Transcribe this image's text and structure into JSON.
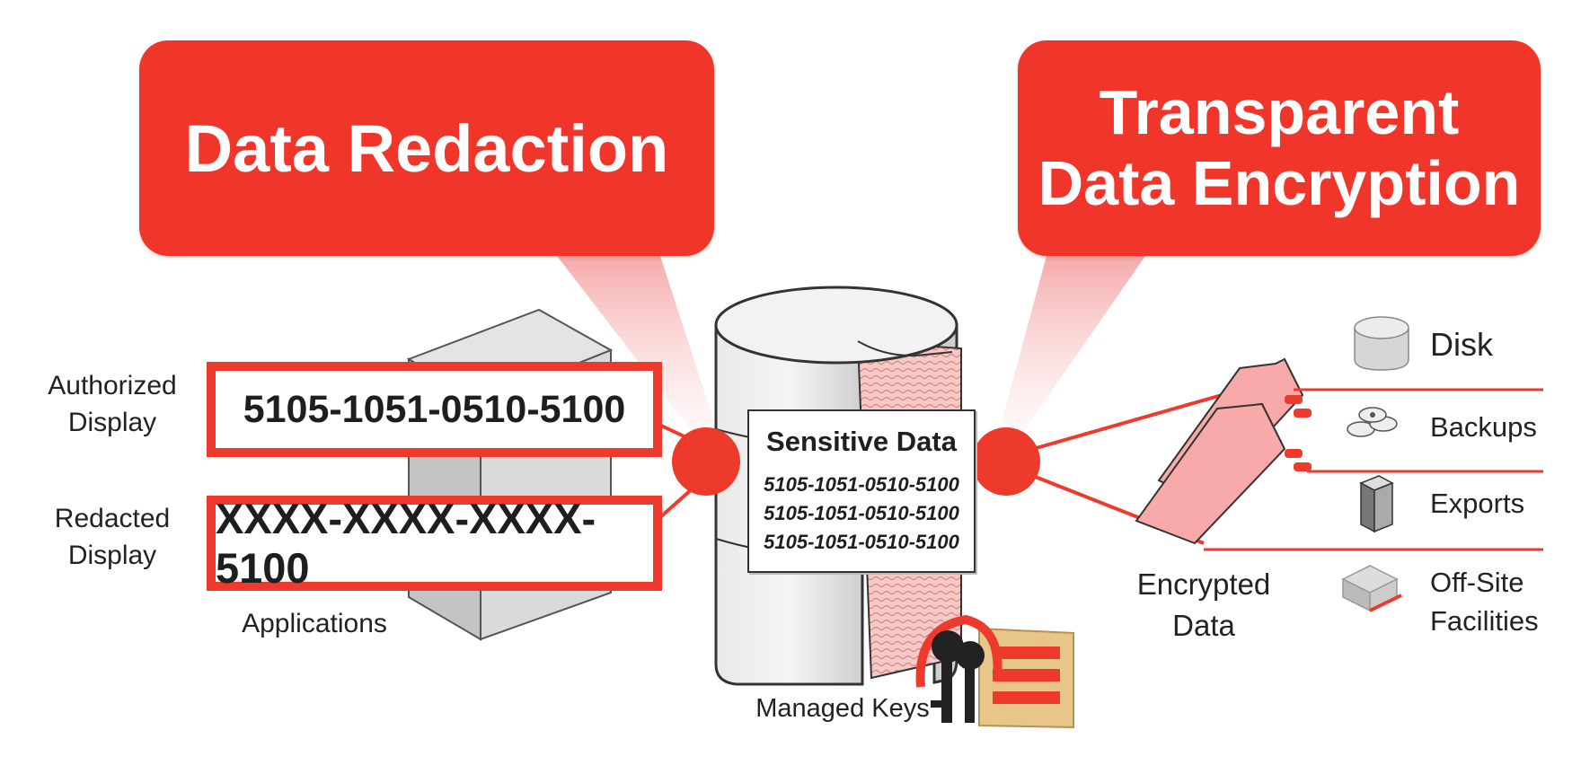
{
  "colors": {
    "accent": "#f0362b",
    "pink": "#f7a7a8",
    "gray": "#d9d9d9"
  },
  "callouts": {
    "left": {
      "title": "Data Redaction"
    },
    "right": {
      "line1": "Transparent",
      "line2": "Data Encryption"
    }
  },
  "applications": {
    "authorized_label_1": "Authorized",
    "authorized_label_2": "Display",
    "authorized_value": "5105-1051-0510-5100",
    "redacted_label_1": "Redacted",
    "redacted_label_2": "Display",
    "redacted_value": "XXXX-XXXX-XXXX-5100",
    "caption": "Applications"
  },
  "database": {
    "card_title": "Sensitive Data",
    "rows": [
      "5105-1051-0510-5100",
      "5105-1051-0510-5100",
      "5105-1051-0510-5100"
    ],
    "keys_label": "Managed Keys"
  },
  "encrypted": {
    "label_1": "Encrypted",
    "label_2": "Data",
    "targets": [
      {
        "label": "Disk",
        "icon": "disk-icon"
      },
      {
        "label": "Backups",
        "icon": "backups-icon"
      },
      {
        "label": "Exports",
        "icon": "exports-icon"
      },
      {
        "label_1": "Off-Site",
        "label_2": "Facilities",
        "icon": "off-site-icon"
      }
    ]
  }
}
